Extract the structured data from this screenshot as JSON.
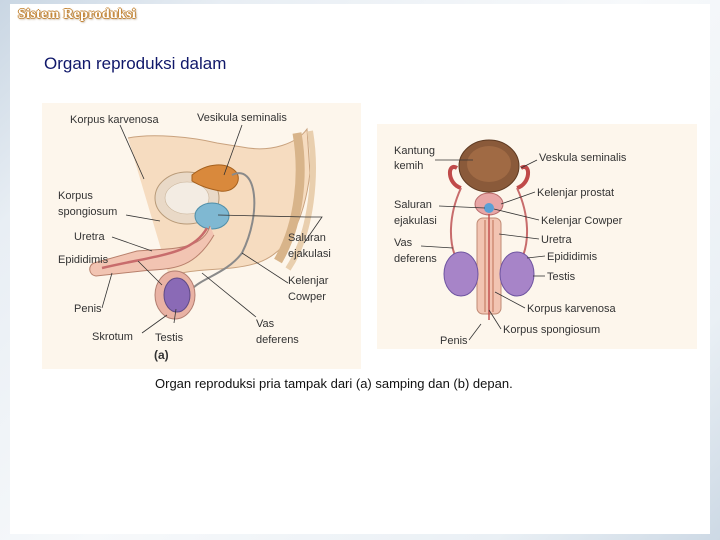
{
  "header": {
    "deck_title": "Sistem Reproduksi",
    "heading": "Organ reproduksi dalam"
  },
  "figure_a": {
    "panel_tag": "(a)",
    "labels": {
      "korpus_karvenosa": "Korpus karvenosa",
      "vesikula_seminalis": "Vesikula seminalis",
      "korpus_1": "Korpus",
      "korpus_2": "spongiosum",
      "uretra": "Uretra",
      "epididimis": "Epididimis",
      "penis": "Penis",
      "skrotum": "Skrotum",
      "testis": "Testis",
      "saluran_1": "Saluran",
      "saluran_2": "ejakulasi",
      "kelenjar_1": "Kelenjar",
      "kelenjar_2": "Cowper",
      "vas_1": "Vas",
      "vas_2": "deferens"
    }
  },
  "figure_b": {
    "labels": {
      "kantung_1": "Kantung",
      "kantung_2": "kemih",
      "veskula_seminalis": "Veskula seminalis",
      "kelenjar_prostat": "Kelenjar prostat",
      "saluran_1": "Saluran",
      "saluran_2": "ejakulasi",
      "kelenjar_cowper": "Kelenjar Cowper",
      "vas_1": "Vas",
      "vas_2": "deferens",
      "uretra": "Uretra",
      "epididimis": "Epididimis",
      "testis": "Testis",
      "korpus_karvenosa": "Korpus karvenosa",
      "korpus_spongiosum": "Korpus spongiosum",
      "penis": "Penis"
    }
  },
  "caption": "Organ reproduksi pria tampak dari (a) samping dan (b) depan."
}
